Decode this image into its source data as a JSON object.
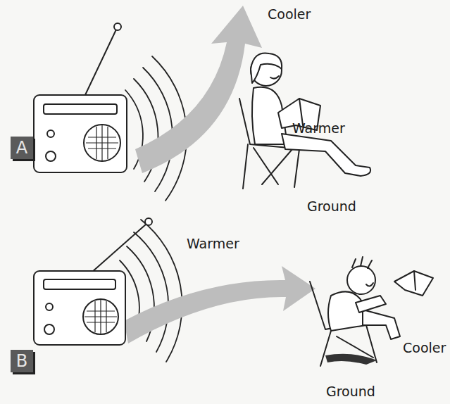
{
  "diagram": {
    "nodes": [
      {
        "text": [
          "A"
        ]
      },
      {
        "text": [
          "B"
        ]
      }
    ],
    "labels": [
      "Cooler",
      "Warmer",
      "Ground",
      "Warmer",
      "Cooler",
      "Ground"
    ]
  }
}
